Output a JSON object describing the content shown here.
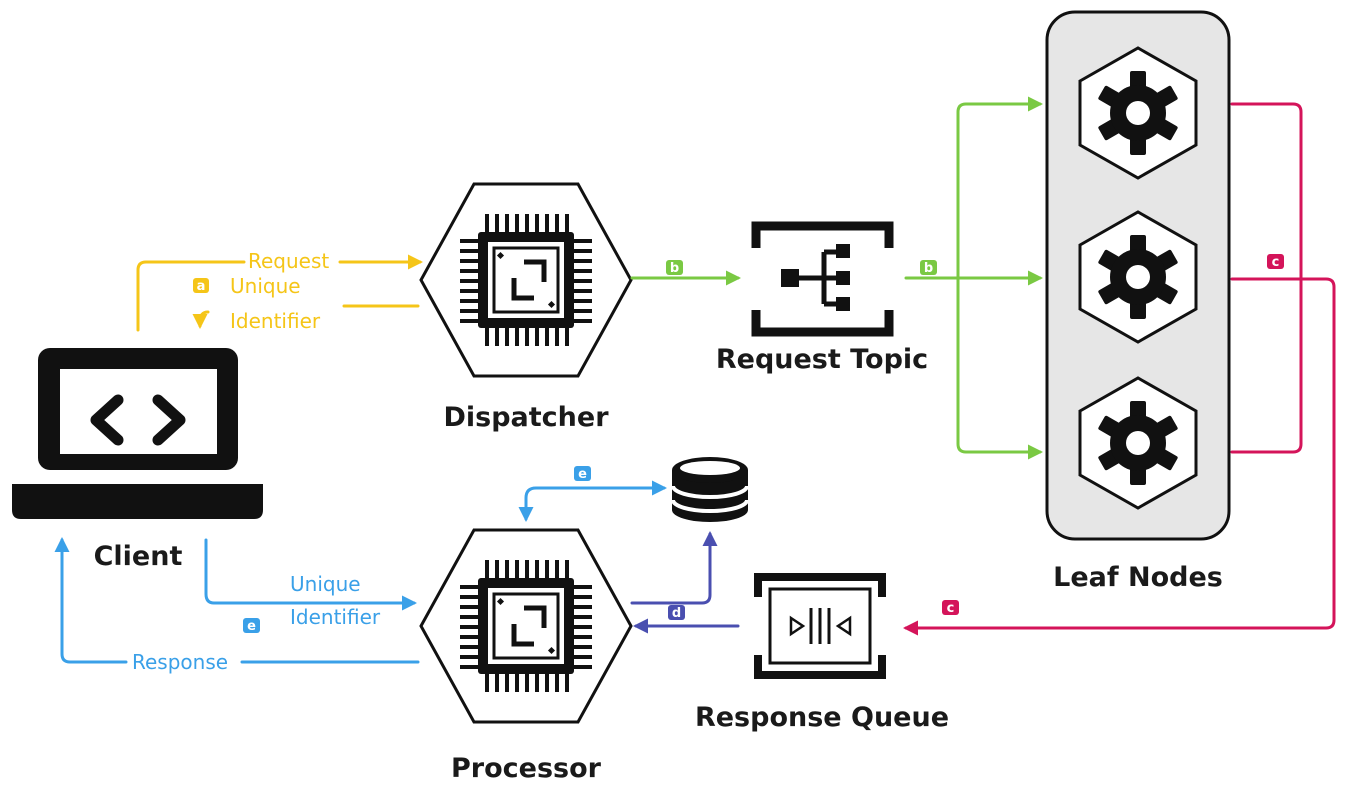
{
  "colors": {
    "request": "#f5c518",
    "topic": "#7ac943",
    "leaf": "#d4145a",
    "response": "#3aa0e8",
    "queue": "#4a4fb0",
    "ink": "#111111",
    "group_fill": "#e6e6e6"
  },
  "nodes": {
    "client": "Client",
    "dispatcher": "Dispatcher",
    "request_topic": "Request Topic",
    "leaf_nodes": "Leaf Nodes",
    "processor": "Processor",
    "response_queue": "Response Queue"
  },
  "edges": {
    "request": "Request",
    "unique_1": "Unique",
    "identifier_1": "Identifier",
    "unique_2": "Unique",
    "identifier_2": "Identifier",
    "response": "Response"
  },
  "badges": {
    "a": "a",
    "b1": "b",
    "b2": "b",
    "c1": "c",
    "c2": "c",
    "d": "d",
    "e1": "e",
    "e2": "e"
  },
  "icons": {
    "client": "laptop-code-icon",
    "dispatcher": "chip-hexagon-icon",
    "processor": "chip-hexagon-icon",
    "request_topic": "topic-fanout-icon",
    "response_queue": "queue-icon",
    "database": "database-icon",
    "leaf": "gear-hexagon-icon"
  }
}
